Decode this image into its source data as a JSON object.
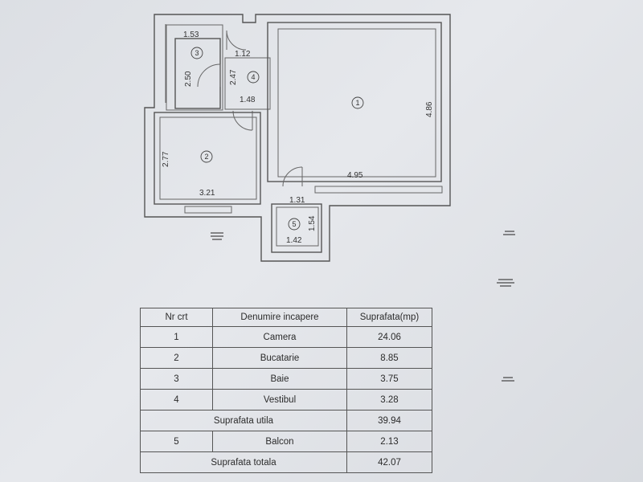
{
  "plan": {
    "dimensions": {
      "bath_width": "1.53",
      "bath_length": "2.50",
      "hall_top": "1.12",
      "hall_side": "2.47",
      "hall_bottom": "1.48",
      "room_width": "4.95",
      "room_length": "4.86",
      "kitchen_side": "2.77",
      "kitchen_width": "3.21",
      "balcony_top": "1.31",
      "balcony_side": "1.54",
      "balcony_bottom": "1.42"
    },
    "room_numbers": [
      "1",
      "2",
      "3",
      "4",
      "5"
    ]
  },
  "table": {
    "headers": [
      "Nr crt",
      "Denumire incapere",
      "Suprafata(mp)"
    ],
    "rows": [
      {
        "nr": "1",
        "name": "Camera",
        "area": "24.06"
      },
      {
        "nr": "2",
        "name": "Bucatarie",
        "area": "8.85"
      },
      {
        "nr": "3",
        "name": "Baie",
        "area": "3.75"
      },
      {
        "nr": "4",
        "name": "Vestibul",
        "area": "3.28"
      }
    ],
    "useful_label": "Suprafata utila",
    "useful_value": "39.94",
    "balcony": {
      "nr": "5",
      "name": "Balcon",
      "area": "2.13"
    },
    "total_label": "Suprafata totala",
    "total_value": "42.07"
  }
}
